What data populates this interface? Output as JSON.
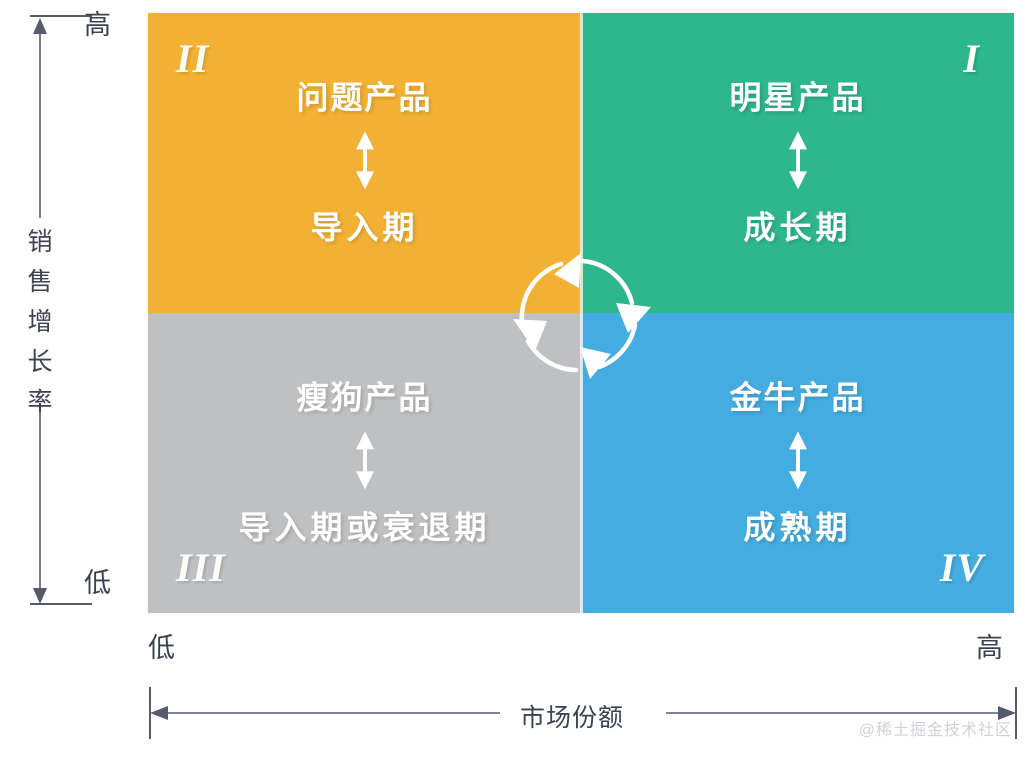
{
  "diagram": {
    "type": "bcg-matrix-2x2",
    "y_axis": {
      "title_chars": [
        "销",
        "售",
        "增",
        "长",
        "率"
      ],
      "high_label": "高",
      "low_label": "低"
    },
    "x_axis": {
      "title": "市场份额",
      "low_label": "低",
      "high_label": "高"
    },
    "quadrants": [
      {
        "id": "q1",
        "roman": "I",
        "roman_position": "top-right",
        "title": "明星产品",
        "stage": "成长期",
        "color": "#2eb68c"
      },
      {
        "id": "q2",
        "roman": "II",
        "roman_position": "top-left",
        "title": "问题产品",
        "stage": "导入期",
        "color": "#f2b134"
      },
      {
        "id": "q3",
        "roman": "III",
        "roman_position": "bottom-left",
        "title": "瘦狗产品",
        "stage": "导入期或衰退期",
        "color": "#bfc0c2"
      },
      {
        "id": "q4",
        "roman": "IV",
        "roman_position": "bottom-right",
        "title": "金牛产品",
        "stage": "成熟期",
        "color": "#44ace0"
      }
    ],
    "center_cycle": {
      "name": "clockwise-cycle-arrows",
      "segments": 4,
      "color": "#ffffff"
    },
    "axis_color": "#555b6b"
  },
  "watermark": {
    "text": "@稀土掘金技术社区"
  }
}
